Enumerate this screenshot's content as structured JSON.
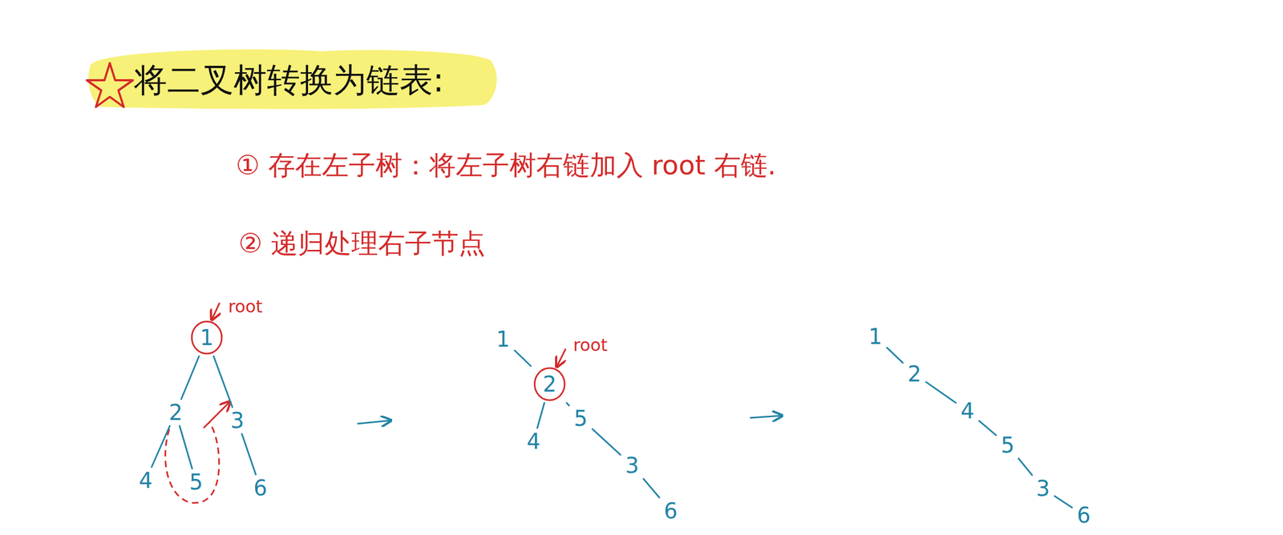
{
  "diagram": {
    "title": "将二叉树转换为链表:",
    "nodes": [
      {
        "text": [
          "1"
        ]
      },
      {
        "text": [
          "2"
        ]
      },
      {
        "text": [
          "3"
        ]
      },
      {
        "text": [
          "4"
        ]
      },
      {
        "text": [
          "5"
        ]
      },
      {
        "text": [
          "6"
        ]
      },
      {
        "text": [
          "1"
        ]
      },
      {
        "text": [
          "2"
        ]
      },
      {
        "text": [
          "5"
        ]
      },
      {
        "text": [
          "4"
        ]
      },
      {
        "text": [
          "3"
        ]
      },
      {
        "text": [
          "6"
        ]
      },
      {
        "text": [
          "1"
        ]
      },
      {
        "text": [
          "2"
        ]
      },
      {
        "text": [
          "4"
        ]
      },
      {
        "text": [
          "5"
        ]
      },
      {
        "text": [
          "3"
        ]
      },
      {
        "text": [
          "6"
        ]
      }
    ],
    "edges": [
      {
        "from": 0,
        "to": 1,
        "arrow": "none"
      },
      {
        "from": 0,
        "to": 2,
        "arrow": "none"
      },
      {
        "from": 1,
        "to": 3,
        "arrow": "none"
      },
      {
        "from": 1,
        "to": 4,
        "arrow": "none"
      },
      {
        "from": 2,
        "to": 5,
        "arrow": "none"
      },
      {
        "from": 6,
        "to": 7,
        "arrow": "none"
      },
      {
        "from": 7,
        "to": 9,
        "arrow": "none"
      },
      {
        "from": 7,
        "to": 8,
        "arrow": "none"
      },
      {
        "from": 8,
        "to": 10,
        "arrow": "none"
      },
      {
        "from": 10,
        "to": 11,
        "arrow": "none"
      },
      {
        "from": 12,
        "to": 13,
        "arrow": "none"
      },
      {
        "from": 13,
        "to": 14,
        "arrow": "none"
      },
      {
        "from": 14,
        "to": 15,
        "arrow": "none"
      },
      {
        "from": 15,
        "to": 16,
        "arrow": "none"
      },
      {
        "from": 16,
        "to": 17,
        "arrow": "none"
      }
    ],
    "labels": [
      "① 存在左子树：将左子树右链加入 root 右链.",
      "② 递归处理右子节点",
      "root",
      "root"
    ]
  }
}
